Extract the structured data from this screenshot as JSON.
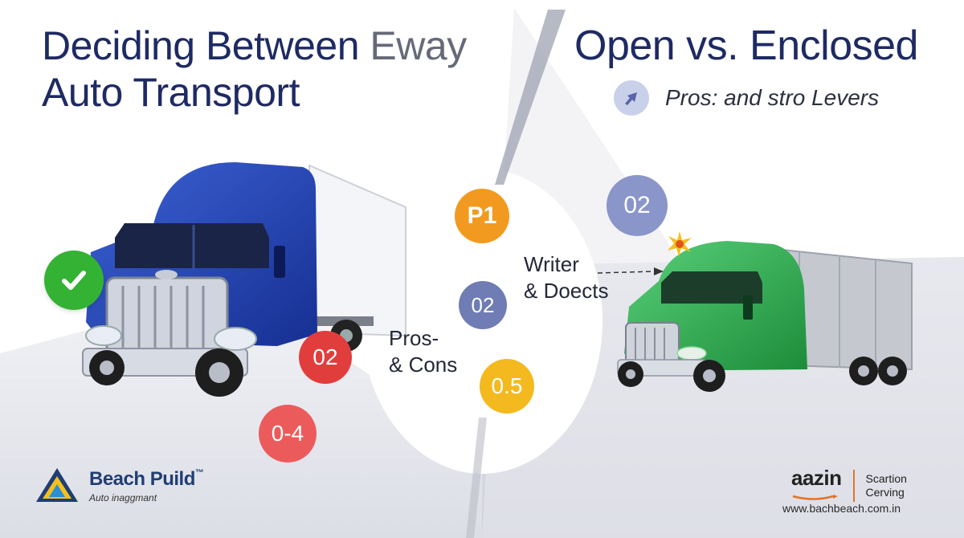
{
  "title_left": {
    "line1_dark": "Deciding Between",
    "line1_light": " Eway",
    "line2": "Auto Transport"
  },
  "title_right": "Open vs. Enclosed",
  "subtitle": {
    "text": "Pros: and stro Levers",
    "icon": "arrow-icon"
  },
  "badges": {
    "p1": "P1",
    "two_top": "02",
    "two_mid": "02",
    "five": "0.5",
    "two_red": "02",
    "four": "0-4"
  },
  "labels": {
    "writer_line1": "Writer",
    "writer_line2": "& Doects",
    "pros_line1": "Pros-",
    "pros_line2": "& Cons"
  },
  "logo_left": {
    "name": "Beach Puild",
    "tm": "™",
    "sub": "Auto inaggmant"
  },
  "logo_right": {
    "brand": "aazin",
    "line1": "Scartion",
    "line2": "Cerving",
    "url": "www.bachbeach.com.in"
  },
  "colors": {
    "title": "#1e2a63",
    "orange": "#f19a1f",
    "yellow": "#f4b91e",
    "red": "#e23d3d",
    "purple": "#8a95c9",
    "green": "#34b233",
    "truck_blue": "#1e3fae",
    "truck_green": "#2fb54a"
  }
}
